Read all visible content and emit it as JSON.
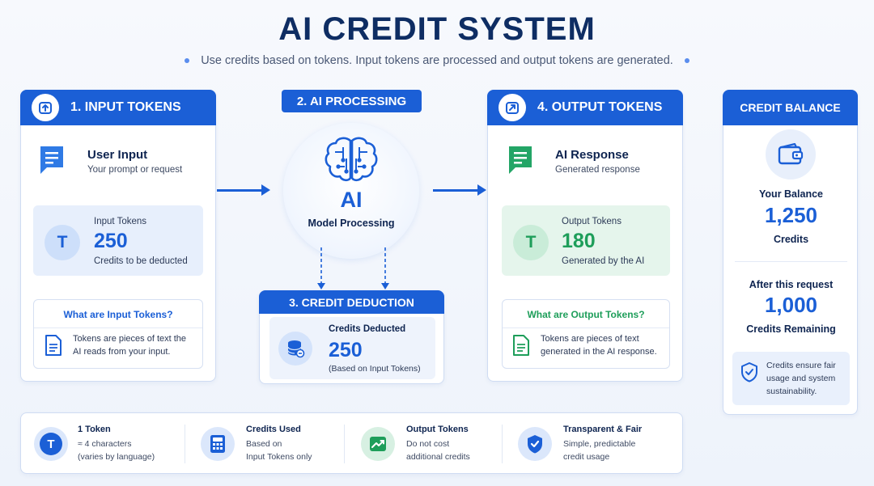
{
  "title": "AI CREDIT SYSTEM",
  "subtitle": "Use credits based on tokens. Input tokens are processed and output tokens are generated.",
  "colors": {
    "primary": "#1b5fd6",
    "green": "#1e9e5a",
    "navy": "#0e2d63"
  },
  "input_card": {
    "header": "1. INPUT TOKENS",
    "header_icon": "upload-icon",
    "source_title": "User Input",
    "source_sub": "Your prompt or request",
    "token_label": "Input Tokens",
    "token_letter": "T",
    "token_value": "250",
    "token_note": "Credits to be deducted",
    "info_head": "What are Input Tokens?",
    "info_text": "Tokens are pieces of text the AI reads from your input."
  },
  "processing": {
    "header": "2. AI PROCESSING",
    "icon": "brain-icon",
    "label_big": "AI",
    "label_sub": "Model Processing"
  },
  "deduction": {
    "header": "3. CREDIT DEDUCTION",
    "icon": "database-coin-icon",
    "label": "Credits Deducted",
    "value": "250",
    "note": "(Based on Input Tokens)"
  },
  "output_card": {
    "header": "4. OUTPUT TOKENS",
    "header_icon": "share-icon",
    "source_title": "AI Response",
    "source_sub": "Generated response",
    "token_label": "Output Tokens",
    "token_letter": "T",
    "token_value": "180",
    "token_note": "Generated by the AI",
    "info_head": "What are Output Tokens?",
    "info_text": "Tokens are pieces of text generated in the AI response."
  },
  "balance": {
    "header": "CREDIT BALANCE",
    "icon": "wallet-icon",
    "your_balance_label": "Your Balance",
    "your_balance_value": "1,250",
    "your_balance_unit": "Credits",
    "after_label": "After this request",
    "after_value": "1,000",
    "after_unit": "Credits Remaining",
    "note": "Credits ensure fair usage and system sustainability."
  },
  "footer": [
    {
      "icon": "token-icon",
      "letter": "T",
      "title": "1 Token",
      "line1": "≈ 4 characters",
      "line2": "(varies by language)"
    },
    {
      "icon": "calculator-icon",
      "title": "Credits Used",
      "line1": "Based on",
      "line2": "Input Tokens only"
    },
    {
      "icon": "chart-icon",
      "title": "Output Tokens",
      "line1": "Do not cost",
      "line2": "additional credits"
    },
    {
      "icon": "shield-check-icon",
      "title": "Transparent & Fair",
      "line1": "Simple, predictable",
      "line2": "credit usage"
    }
  ]
}
